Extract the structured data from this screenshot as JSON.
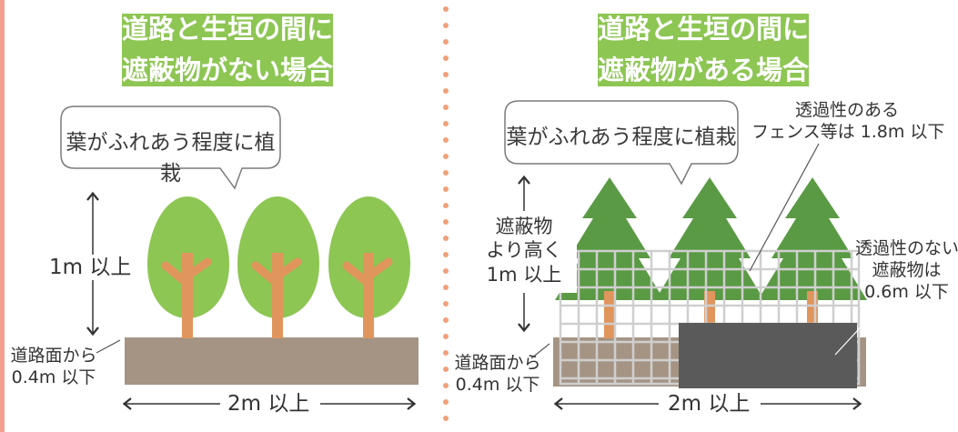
{
  "left_panel": {
    "title_line1": "道路と生垣の間に",
    "title_line2": "遮蔽物がない場合",
    "bubble": "葉がふれあう程度に植栽",
    "height_label": "1m 以上",
    "road_label_line1": "道路面から",
    "road_label_line2": "0.4m 以下",
    "width_label": "2m 以上"
  },
  "right_panel": {
    "title_line1": "道路と生垣の間に",
    "title_line2": "遮蔽物がある場合",
    "bubble": "葉がふれあう程度に植栽",
    "fence_label_line1": "透過性のある",
    "fence_label_line2": "フェンス等は 1.8m 以下",
    "height_label_line1": "遮蔽物",
    "height_label_line2": "より高く",
    "height_label_line3": "1m 以上",
    "barrier_label_line1": "透過性のない",
    "barrier_label_line2": "遮蔽物は",
    "barrier_label_line3": "0.6m 以下",
    "road_label_line1": "道路面から",
    "road_label_line2": "0.4m 以下",
    "width_label": "2m 以上"
  },
  "colors": {
    "title_bg": "#8dc653",
    "left_border": "#f5a08e",
    "divider_dots": "#f0a07a",
    "round_tree": "#8dc653",
    "conifer": "#5b9a45",
    "trunk": "#e0955c",
    "ground": "#a59484",
    "barrier": "#5a5a5a",
    "fence": "#cccccc"
  },
  "icons": [
    "up-down-arrow-icon",
    "left-right-arrow-icon",
    "speech-bubble-icon"
  ]
}
